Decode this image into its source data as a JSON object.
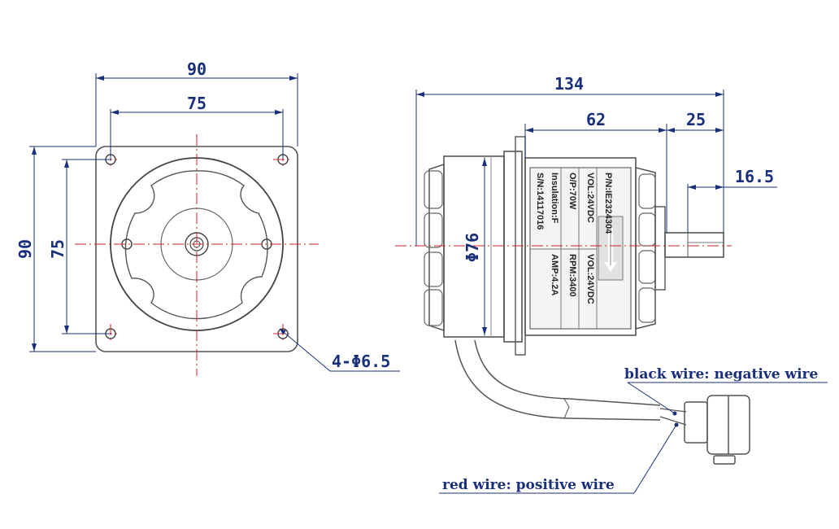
{
  "front_view": {
    "dim_width_outer": "90",
    "dim_width_holes": "75",
    "dim_height_outer": "90",
    "dim_height_holes": "75",
    "hole_callout": "4-Φ6.5"
  },
  "side_view": {
    "dim_total_length": "134",
    "dim_body": "62",
    "dim_shaft": "25",
    "dim_flat": "16.5",
    "dim_diameter": "Φ76"
  },
  "nameplate": {
    "part_number": "P/N:IE2324304",
    "output": "O/P:70W",
    "insulation": "Insulation:F",
    "serial": "S/N:14117016",
    "voltage": "VOL:24VDC",
    "rpm": "RPM:3400",
    "current": "AMP:4.2A"
  },
  "wires": {
    "black": "black wire: negative wire",
    "red": "red wire: positive wire"
  },
  "colors": {
    "dimension": "#1a2f7a",
    "centerline": "#d0202a",
    "outline": "#555555"
  }
}
